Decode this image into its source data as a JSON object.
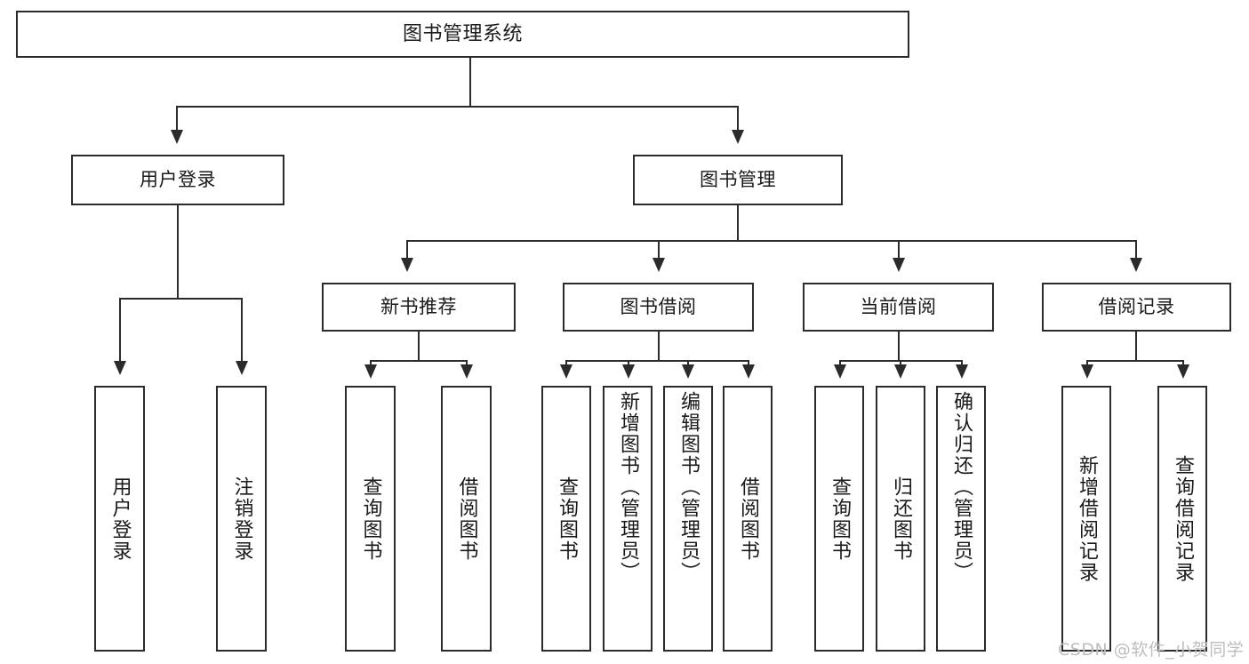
{
  "diagram": {
    "type": "tree-hierarchy-chart",
    "title": "图书管理系统",
    "watermark": "CSDN @软件_小贺同学",
    "colors": {
      "stroke": "#2b2b2b",
      "fill": "#ffffff",
      "text": "#1a1a1a",
      "watermark": "#bdbdbd"
    },
    "nodes": {
      "root": {
        "label": "图书管理系统"
      },
      "level1": [
        {
          "label": "用户登录"
        },
        {
          "label": "图书管理"
        }
      ],
      "level2": [
        {
          "label": "新书推荐"
        },
        {
          "label": "图书借阅"
        },
        {
          "label": "当前借阅"
        },
        {
          "label": "借阅记录"
        }
      ],
      "leaves": {
        "user_login": [
          {
            "label": "用户登录"
          },
          {
            "label": "注销登录"
          }
        ],
        "new_book_recommend": [
          {
            "label": "查询图书"
          },
          {
            "label": "借阅图书"
          }
        ],
        "book_borrow": [
          {
            "label": "查询图书"
          },
          {
            "label": "新增图书（管理员）"
          },
          {
            "label": "编辑图书（管理员）"
          },
          {
            "label": "借阅图书"
          }
        ],
        "current_borrow": [
          {
            "label": "查询图书"
          },
          {
            "label": "归还图书"
          },
          {
            "label": "确认归还（管理员）"
          }
        ],
        "borrow_record": [
          {
            "label": "新增借阅记录"
          },
          {
            "label": "查询借阅记录"
          }
        ]
      }
    }
  }
}
